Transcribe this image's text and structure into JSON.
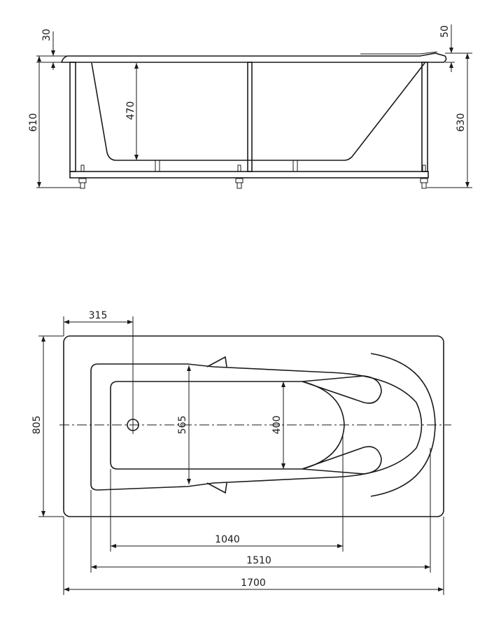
{
  "side_view": {
    "dimensions": {
      "rim_left": "30",
      "height_left": "610",
      "depth": "470",
      "rim_right": "50",
      "height_right": "630"
    }
  },
  "top_view": {
    "dimensions": {
      "drain_offset": "315",
      "width": "805",
      "inner_width": "565",
      "bottom_width": "400",
      "bottom_length": "1040",
      "inner_length": "1510",
      "length": "1700"
    }
  }
}
